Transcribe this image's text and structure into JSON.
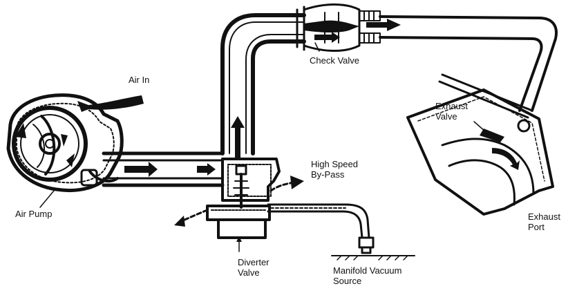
{
  "labels": {
    "air_in": "Air In",
    "air_pump": "Air Pump",
    "check_valve": "Check Valve",
    "high_speed_line1": "High Speed",
    "high_speed_line2": "By-Pass",
    "diverter_line1": "Diverter",
    "diverter_line2": "Valve",
    "manifold_line1": "Manifold Vacuum",
    "manifold_line2": "Source",
    "exhaust_valve_line1": "Exhaust",
    "exhaust_valve_line2": "Valve",
    "exhaust_port_line1": "Exhaust",
    "exhaust_port_line2": "Port"
  }
}
